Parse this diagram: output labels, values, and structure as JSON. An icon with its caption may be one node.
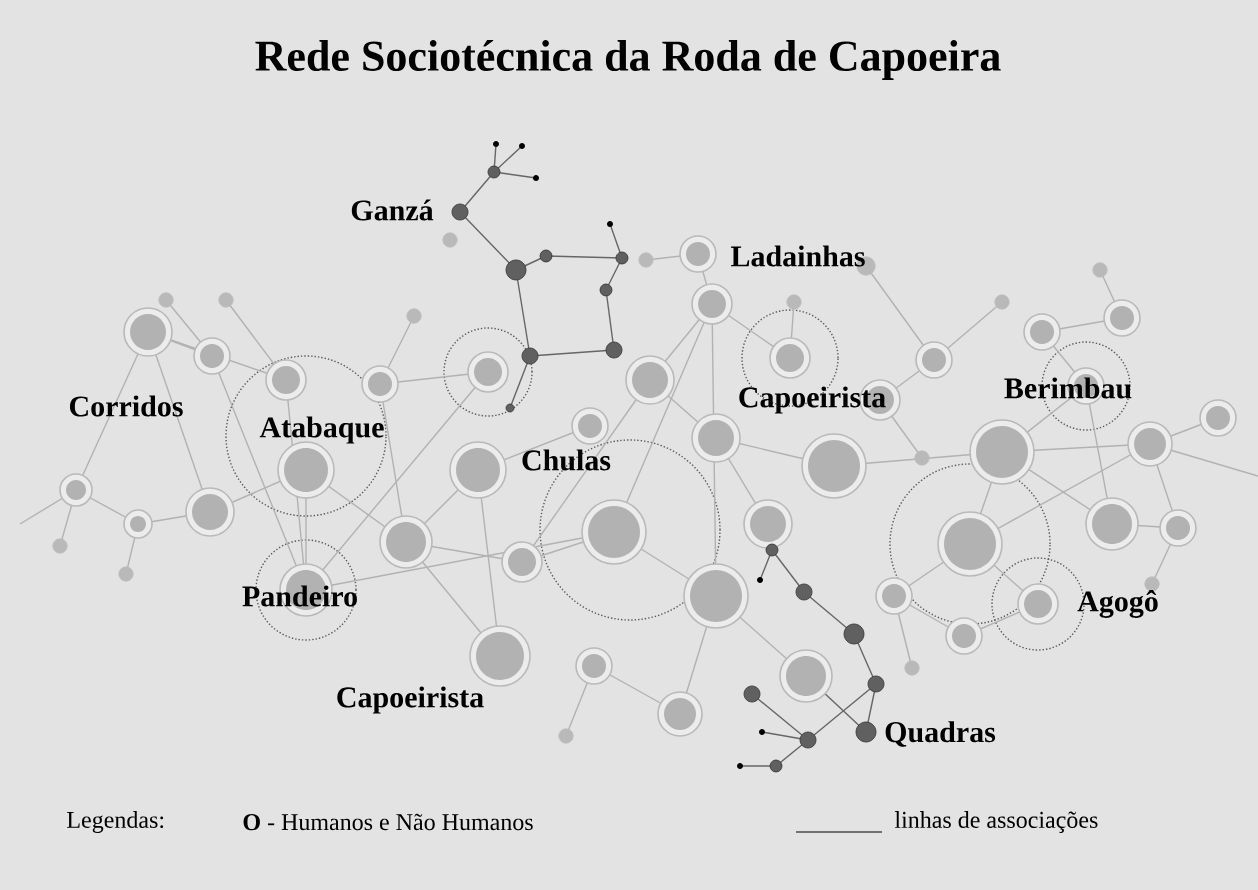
{
  "diagram": {
    "title": "Rede Sociotécnica da Roda de Capoeira",
    "labels": [
      "Ganzá",
      "Ladainhas",
      "Corridos",
      "Atabaque",
      "Chulas",
      "Capoeirista",
      "Berimbau",
      "Pandeiro",
      "Agogô",
      "Capoeirista",
      "Quadras",
      "Legendas:"
    ],
    "legend": [
      {
        "text": "**O** - Humanos e Não Humanos"
      },
      {
        "text": "linhas de associações"
      }
    ]
  }
}
